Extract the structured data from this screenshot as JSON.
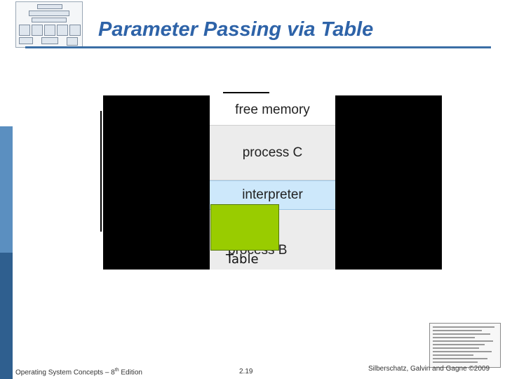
{
  "slide": {
    "title": "Parameter Passing via Table",
    "footer": {
      "book_prefix": "Operating System Concepts – 8",
      "book_sup": "th",
      "book_suffix": " Edition",
      "page": "2.19",
      "copyright": "Silberschatz, Galvin and Gagne ©2009"
    }
  },
  "diagram": {
    "segments": [
      {
        "label": "free memory"
      },
      {
        "label": "process C"
      },
      {
        "label": "interpreter"
      },
      {
        "label": "process B"
      }
    ],
    "table_label": "Table",
    "colors": {
      "background": "#000000",
      "interpreter": "#cde8fb",
      "table": "#99cc00",
      "title": "#2e63a8"
    }
  }
}
